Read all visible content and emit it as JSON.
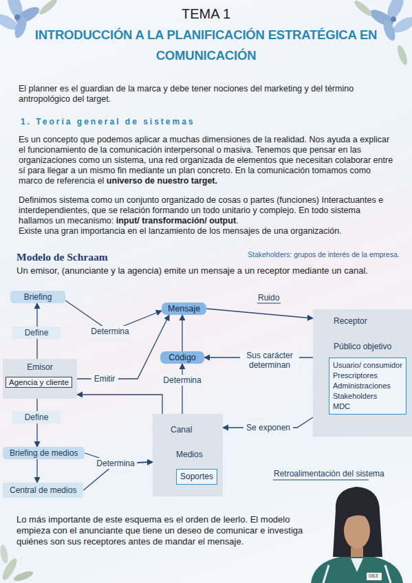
{
  "diagram": {
    "title": "INTRODUCCIÓN A LA PLANIFICACIÓN ESTRATÉGICA EN COMUNICACIÓN",
    "nodes": [
      {
        "text": [
          "Briefing"
        ]
      },
      {
        "text": [
          "Mensaje"
        ]
      },
      {
        "text": [
          "Receptor",
          "Público objetivo"
        ]
      },
      {
        "text": [
          "Usuario/ consumidor",
          "Prescriptores",
          "Administraciones",
          "Stakeholders",
          "MDC"
        ],
        "in": 2
      },
      {
        "text": [
          "Define"
        ]
      },
      {
        "text": [
          "Código"
        ]
      },
      {
        "text": [
          "Emisor"
        ]
      },
      {
        "text": [
          "Agencia y cliente"
        ],
        "in": 6
      },
      {
        "text": [
          "Define"
        ]
      },
      {
        "text": [
          "Canal",
          "Medios"
        ]
      },
      {
        "text": [
          "Soportes"
        ],
        "in": 9
      },
      {
        "text": [
          "Briefing de medios"
        ]
      },
      {
        "text": [
          "Central de medios"
        ]
      }
    ],
    "edges": [
      {
        "from": 6,
        "to": 4,
        "arrow": "none"
      },
      {
        "from": 4,
        "to": 0,
        "arrow": "to"
      },
      {
        "from": 0,
        "to": 1,
        "label": "Determina",
        "arrow": "to"
      },
      {
        "from": 6,
        "to": 1,
        "label": "Emitir",
        "arrow": "to"
      },
      {
        "from": 5,
        "to": 1,
        "arrow": "to"
      },
      {
        "from": 9,
        "to": 5,
        "label": "Determina",
        "arrow": "to"
      },
      {
        "from": 9,
        "to": 6,
        "arrow": "to"
      },
      {
        "from": 1,
        "to": 2,
        "arrow": "to"
      },
      {
        "from": 2,
        "to": 5,
        "label": "Sus carácter determinan",
        "arrow": "to"
      },
      {
        "from": 2,
        "to": 9,
        "label": "Se exponen",
        "arrow": "to"
      },
      {
        "from": 6,
        "to": 8,
        "arrow": "none"
      },
      {
        "from": 8,
        "to": 11,
        "arrow": "to"
      },
      {
        "from": 11,
        "to": 12,
        "arrow": "to"
      },
      {
        "from": 11,
        "to": 9,
        "label": "Determina",
        "arrow": "to"
      },
      {
        "from": 12,
        "to": 9,
        "arrow": "to"
      }
    ],
    "labels": [
      "TEMA 1",
      "El planner es el guardian de la marca y debe tener nociones del marketing y del término antropológico del target.",
      "1. Teoría general de sistemas",
      "Es un concepto que podemos aplicar a muchas dimensiones de la realidad. Nos ayuda a explicar el funcionamiento de la comunicación interpersonal o masiva. Tenemos que pensar en las organizaciones como un sistema, una red organizada de elementos que necesitan colaborar entre sí para llegar a un mismo fin mediante un plan concreto. En la comunicación tomamos como marco de referencia el",
      "universo de nuestro target.",
      "Definimos sistema como un conjunto organizado de cosas o partes (funciones) Interactuantes e interdependientes, que se relación formando un todo unitario y complejo. En todo sistema hallamos un mecanismo:",
      "input/ transformación/ output",
      ".",
      "Existe una gran importancia en el lanzamiento de los mensajes de una organización.",
      "Modelo de Schraam",
      "Stakeholders:",
      "grupos de interés de la empresa.",
      "Un emisor, (anunciante y la agencia) emite un mensaje a un receptor mediante un canal.",
      "Ruido",
      "Retroalimentación del sistema",
      "Lo más importante de este esquema es el orden de leerlo. El modelo empieza con el anunciante que tiene un deseo de comunicar e investiga quiénes son sus receptores antes de mandar el mensaje.",
      "063"
    ]
  }
}
